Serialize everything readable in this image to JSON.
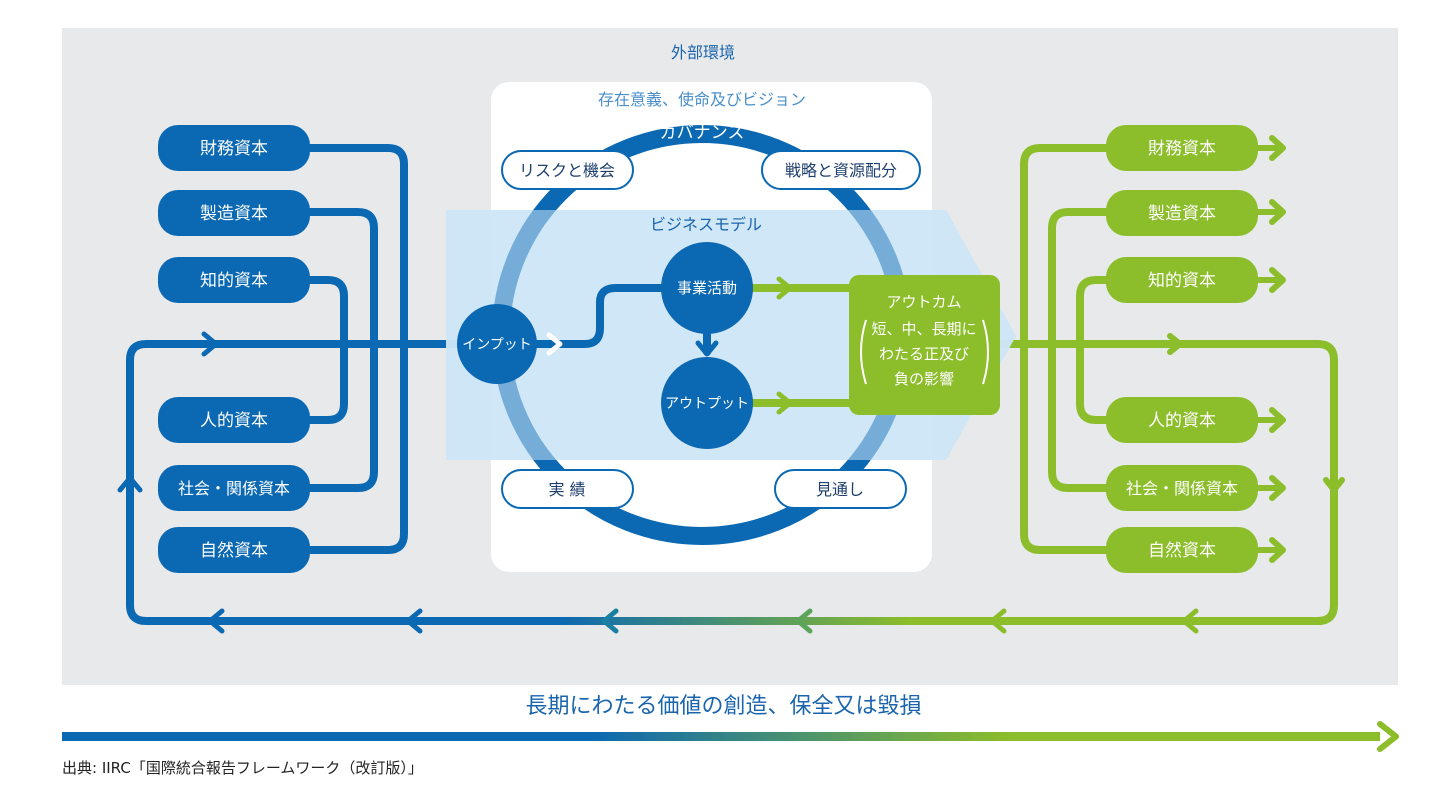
{
  "environment_label": "外部環境",
  "purpose_label": "存在意義、使命及びビジョン",
  "governance_label": "ガバナンス",
  "risk_label": "リスクと機会",
  "strategy_label": "戦略と資源配分",
  "business_model_label": "ビジネスモデル",
  "inputs_label": "インプット",
  "activities_label": "事業活動",
  "outputs_label": "アウトプット",
  "outcomes": {
    "title": "アウトカム",
    "line1": "短、中、長期に",
    "line2": "わたる正及び",
    "line3": "負の影響"
  },
  "performance_label": "実 績",
  "outlook_label": "見通し",
  "left_capitals": [
    "財務資本",
    "製造資本",
    "知的資本",
    "人的資本",
    "社会・関係資本",
    "自然資本"
  ],
  "right_capitals": [
    "財務資本",
    "製造資本",
    "知的資本",
    "人的資本",
    "社会・関係資本",
    "自然資本"
  ],
  "value_creation_label": "長期にわたる価値の創造、保全又は毀損",
  "source_caption": "出典: IIRC「国際統合報告フレームワーク（改訂版）」",
  "colors": {
    "blue": "#0b68b3",
    "light_blue": "#d3e9f7",
    "green": "#8cbd2a",
    "background": "#e8e9ea"
  }
}
